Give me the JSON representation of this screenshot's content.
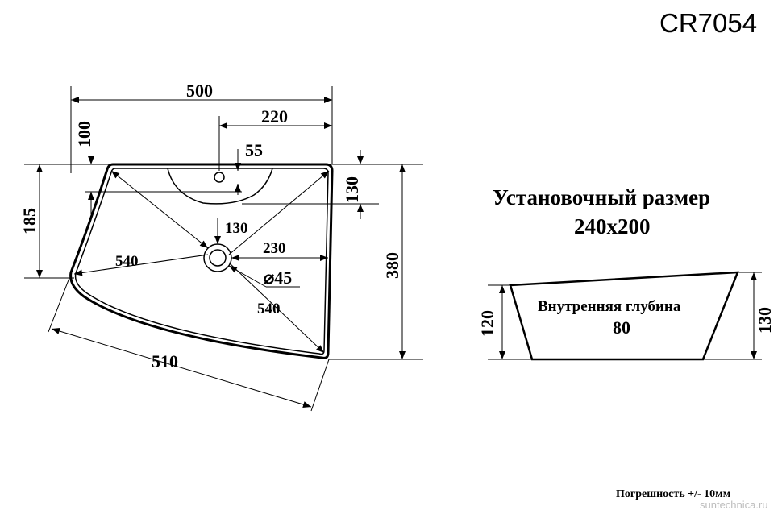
{
  "model": "CR7054",
  "dimensions": {
    "total_width": "500",
    "tap_offset": "220",
    "tap_hole": "55",
    "top_depth": "100",
    "right_depth": "130",
    "left_height": "185",
    "total_height": "380",
    "drain_top": "130",
    "drain_right": "230",
    "drain_diameter": "⌀45",
    "diag_left": "540",
    "diag_right": "540",
    "front_edge": "510"
  },
  "installation": {
    "label": "Установочный размер",
    "value": "240x200"
  },
  "profile": {
    "inner_depth_label": "Внутренняя глубина",
    "inner_depth_value": "80",
    "left_height": "120",
    "right_height": "130"
  },
  "tolerance": "Погрешность +/- 10мм",
  "watermark": "suntechnica.ru"
}
